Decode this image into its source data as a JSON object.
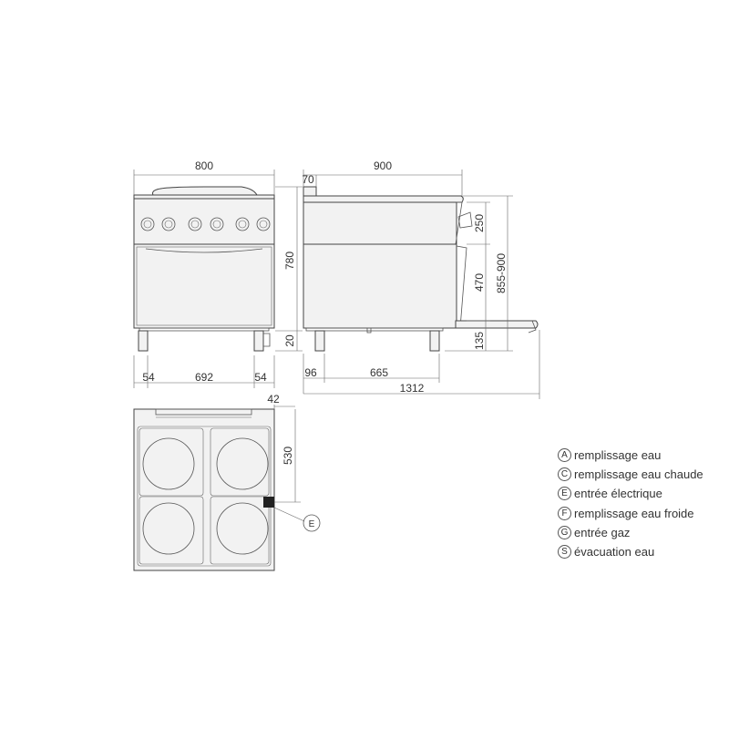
{
  "dimensions": {
    "front_width": "800",
    "front_height": "780",
    "leg_left": "54",
    "leg_center": "692",
    "leg_right": "54",
    "floor_gap": "20",
    "side_depth": "900",
    "side_top": "70",
    "side_upper": "250",
    "side_mid": "470",
    "side_range": "855-900",
    "side_low": "135",
    "side_foot_front": "96",
    "side_foot_span": "665",
    "side_total": "1312",
    "top_offset": "42",
    "top_depth": "530"
  },
  "callout": {
    "letter": "E"
  },
  "legend": [
    {
      "letter": "A",
      "label": "remplissage eau"
    },
    {
      "letter": "C",
      "label": "remplissage eau chaude"
    },
    {
      "letter": "E",
      "label": "entrée électrique"
    },
    {
      "letter": "F",
      "label": "remplissage eau froide"
    },
    {
      "letter": "G",
      "label": "entrée gaz"
    },
    {
      "letter": "S",
      "label": "évacuation eau"
    }
  ]
}
